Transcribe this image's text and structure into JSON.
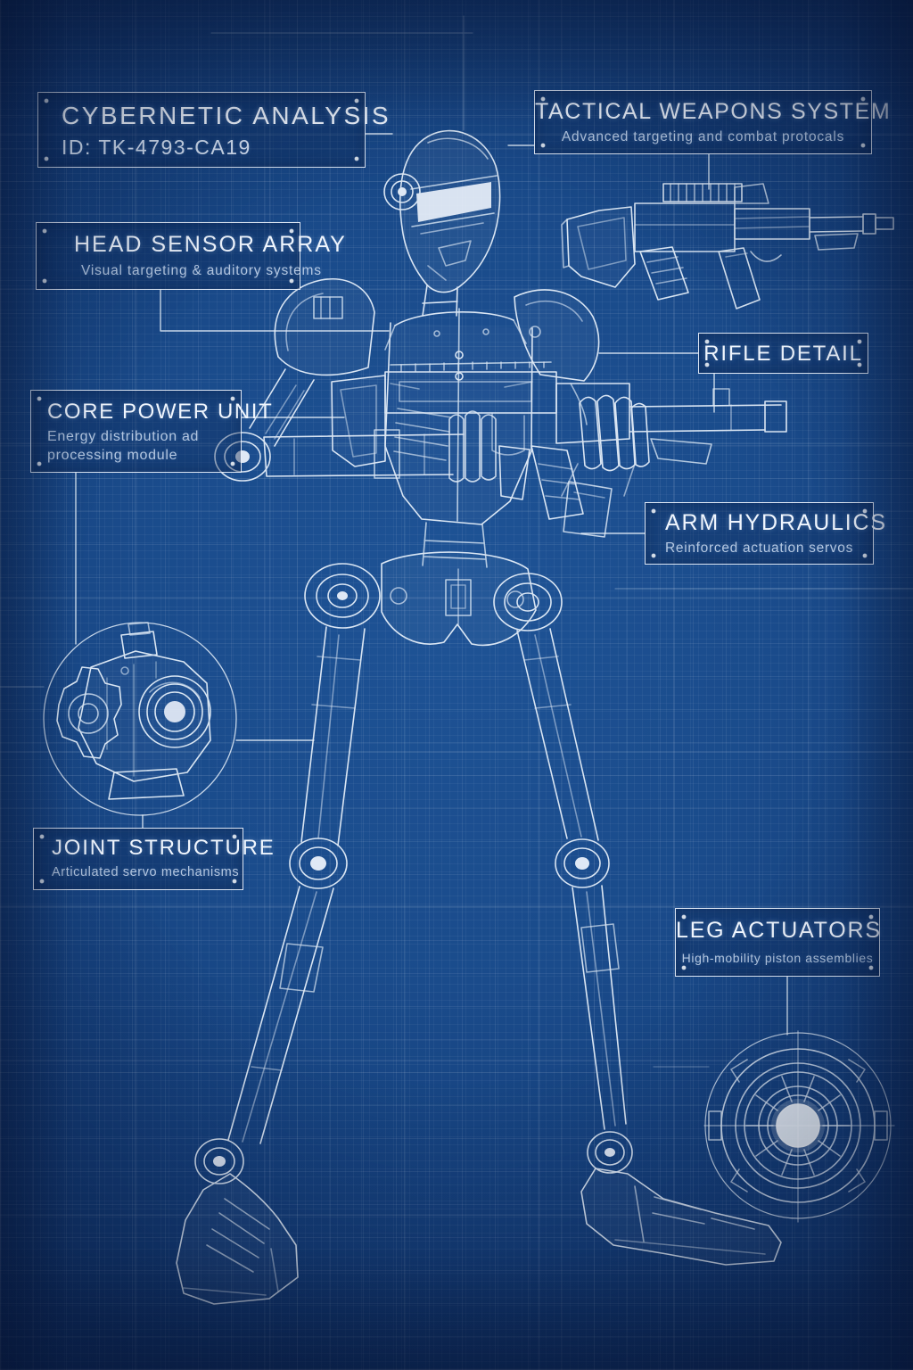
{
  "document": {
    "type": "technical blueprint schematic",
    "subject": "humanoid combat robot analysis sheet"
  },
  "palette": {
    "background_center": "#1e5396",
    "background_edge": "#0f2f62",
    "line_color": "#e9f2fb",
    "label_border": "#eef5fe",
    "visor_highlight": "#f3f8fe"
  },
  "labels": {
    "cybernetic_analysis": {
      "title": "CYBERNETIC ANALYSIS",
      "subtitle": "ID: TK-4793-CA19"
    },
    "tactical_weapons": {
      "title": "TACTICAL WEAPONS SYSTEM",
      "subtitle": "Advanced targeting and combat protocals"
    },
    "head_sensor": {
      "title": "HEAD SENSOR ARRAY",
      "subtitle": "Visual targeting & auditory systems"
    },
    "rifle_detail": {
      "title": "RIFLE DETAIL"
    },
    "core_power": {
      "title": "CORE POWER UNIT",
      "subtitle_line1": "Energy distribution ad",
      "subtitle_line2": "processing module"
    },
    "arm_hydraulics": {
      "title": "ARM HYDRAULICS",
      "subtitle": "Reinforced actuation servos"
    },
    "joint_structure": {
      "title": "JOINT STRUCTURE",
      "subtitle": "Articulated servo mechanisms"
    },
    "leg_actuators": {
      "title": "LEG ACTUATORS",
      "subtitle": "High-mobility piston assemblies"
    }
  },
  "drawings": {
    "robot_figure": "humanoid robot holding assault rifle",
    "rifle_detail_drawing": "rifle side-view technical drawing",
    "joint_detail_drawing": "servo joint close-up inside circle",
    "actuator_detail_drawing": "leg actuator hub close-up inside circle"
  }
}
